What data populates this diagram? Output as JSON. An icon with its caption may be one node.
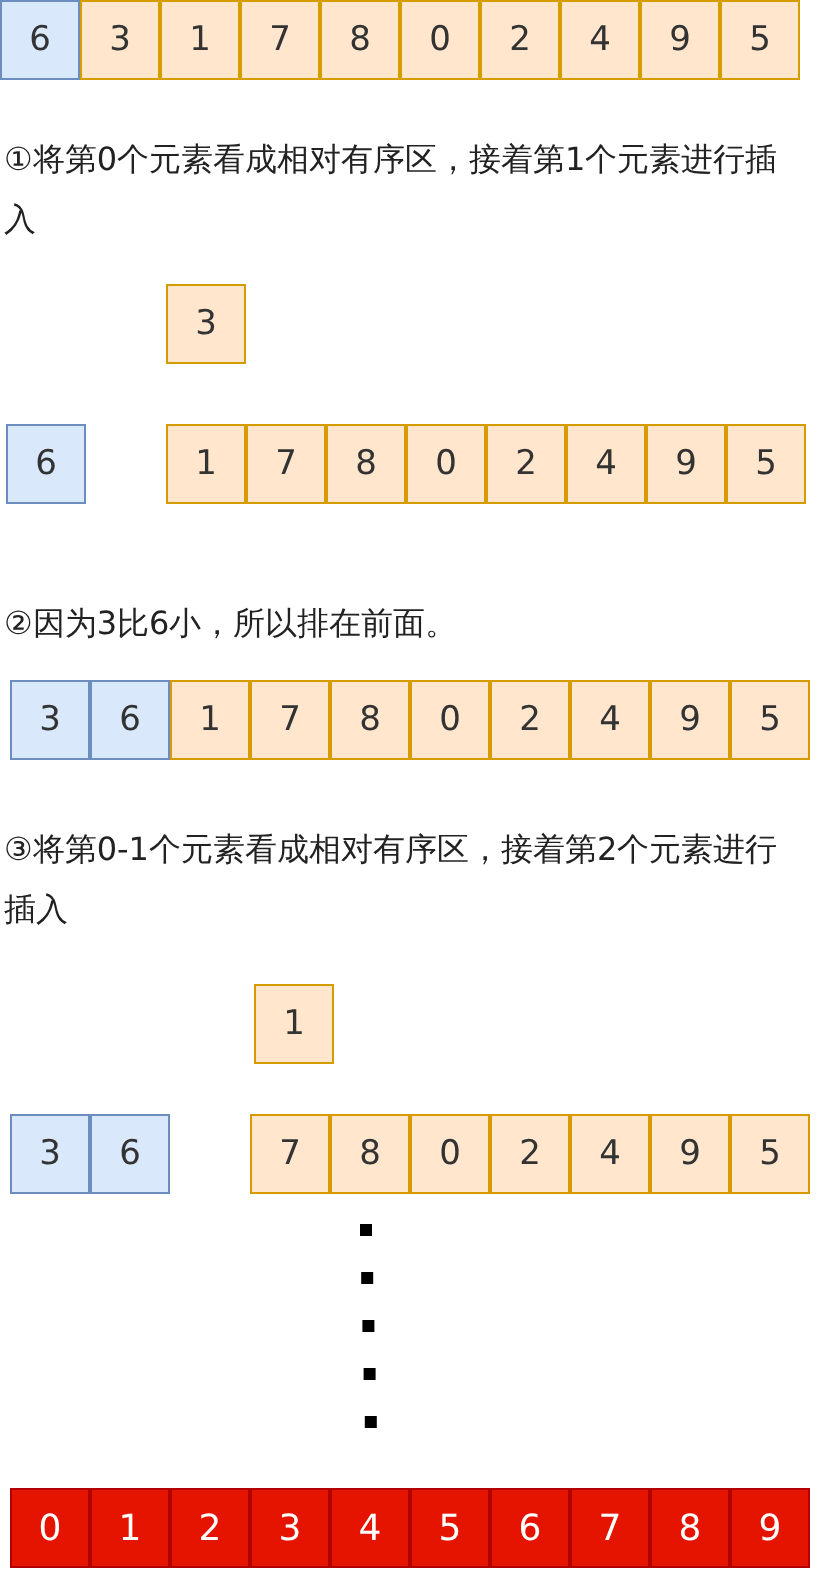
{
  "diagram": {
    "nodes": [
      {
        "text": [
          "6"
        ]
      },
      {
        "text": [
          "3"
        ]
      },
      {
        "text": [
          "1"
        ]
      },
      {
        "text": [
          "7"
        ]
      },
      {
        "text": [
          "8"
        ]
      },
      {
        "text": [
          "0"
        ]
      },
      {
        "text": [
          "2"
        ]
      },
      {
        "text": [
          "4"
        ]
      },
      {
        "text": [
          "9"
        ]
      },
      {
        "text": [
          "5"
        ]
      },
      {
        "text": [
          "3"
        ]
      },
      {
        "text": [
          "6"
        ]
      },
      {
        "text": [
          "1"
        ]
      },
      {
        "text": [
          "7"
        ]
      },
      {
        "text": [
          "8"
        ]
      },
      {
        "text": [
          "0"
        ]
      },
      {
        "text": [
          "2"
        ]
      },
      {
        "text": [
          "4"
        ]
      },
      {
        "text": [
          "9"
        ]
      },
      {
        "text": [
          "5"
        ]
      },
      {
        "text": [
          "3"
        ]
      },
      {
        "text": [
          "6"
        ]
      },
      {
        "text": [
          "1"
        ]
      },
      {
        "text": [
          "7"
        ]
      },
      {
        "text": [
          "8"
        ]
      },
      {
        "text": [
          "0"
        ]
      },
      {
        "text": [
          "2"
        ]
      },
      {
        "text": [
          "4"
        ]
      },
      {
        "text": [
          "9"
        ]
      },
      {
        "text": [
          "5"
        ]
      },
      {
        "text": [
          "1"
        ]
      },
      {
        "text": [
          "3"
        ]
      },
      {
        "text": [
          "6"
        ]
      },
      {
        "text": [
          "7"
        ]
      },
      {
        "text": [
          "8"
        ]
      },
      {
        "text": [
          "0"
        ]
      },
      {
        "text": [
          "2"
        ]
      },
      {
        "text": [
          "4"
        ]
      },
      {
        "text": [
          "9"
        ]
      },
      {
        "text": [
          "5"
        ]
      },
      {
        "text": [
          "0"
        ]
      },
      {
        "text": [
          "1"
        ]
      },
      {
        "text": [
          "2"
        ]
      },
      {
        "text": [
          "3"
        ]
      },
      {
        "text": [
          "4"
        ]
      },
      {
        "text": [
          "5"
        ]
      },
      {
        "text": [
          "6"
        ]
      },
      {
        "text": [
          "7"
        ]
      },
      {
        "text": [
          "8"
        ]
      },
      {
        "text": [
          "9"
        ]
      }
    ],
    "labels": [
      "①将第0个元素看成相对有序区，接着第1个元素进行插入",
      "②因为3比6小，所以排在前面。",
      "③将第0-1个元素看成相对有序区，接着第2个元素进行插入"
    ]
  }
}
